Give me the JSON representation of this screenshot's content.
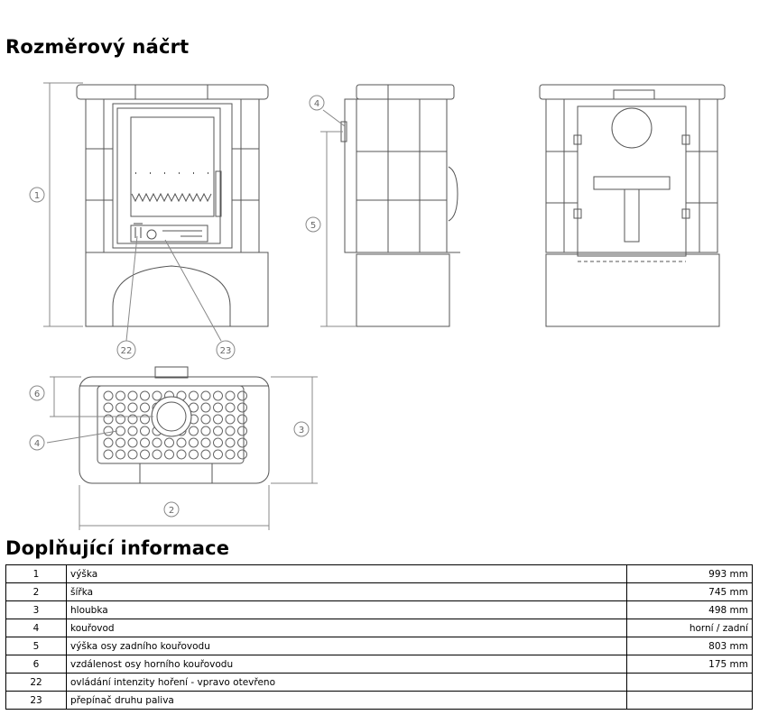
{
  "headings": {
    "sketch": "Rozměrový náčrt",
    "info": "Doplňující informace"
  },
  "callouts": {
    "c1": "1",
    "c2": "2",
    "c3": "3",
    "c4": "4",
    "c5": "5",
    "c6": "6",
    "c22": "22",
    "c23": "23"
  },
  "info_rows": [
    {
      "num": "1",
      "label": "výška",
      "value": "993 mm"
    },
    {
      "num": "2",
      "label": "šířka",
      "value": "745 mm"
    },
    {
      "num": "3",
      "label": "hloubka",
      "value": "498 mm"
    },
    {
      "num": "4",
      "label": "kouřovod",
      "value": "horní / zadní"
    },
    {
      "num": "5",
      "label": "výška osy zadního kouřovodu",
      "value": "803 mm"
    },
    {
      "num": "6",
      "label": "vzdálenost osy horního kouřovodu",
      "value": "175 mm"
    },
    {
      "num": "22",
      "label": "ovládání intenzity hoření - vpravo otevřeno",
      "value": ""
    },
    {
      "num": "23",
      "label": "přepínač druhu paliva",
      "value": ""
    }
  ]
}
